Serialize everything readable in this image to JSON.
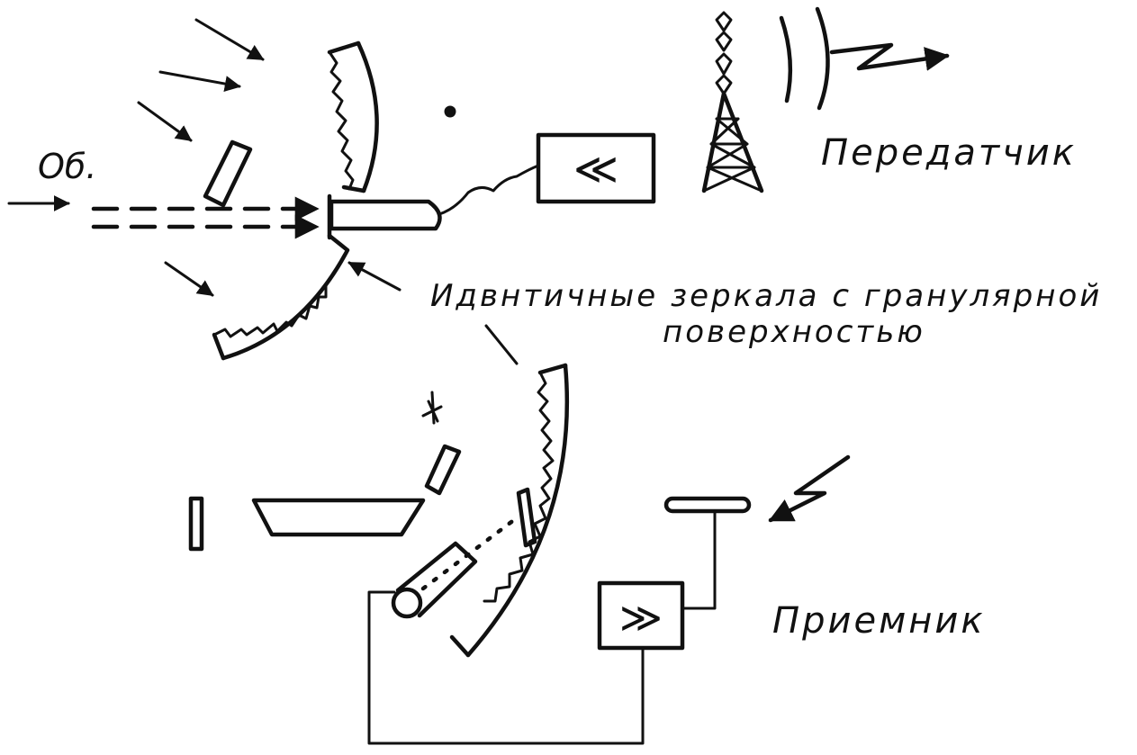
{
  "labels": {
    "objective": "Об.",
    "transmitter": "Передатчик",
    "mirrors_line1": "Идвнтичные зеркала с гранулярной",
    "mirrors_line2": "поверхностью",
    "receiver": "Приемник"
  },
  "glyphs": {
    "transmitter_box": "≪",
    "receiver_box": "≫"
  },
  "colors": {
    "ink": "#111111",
    "paper": "#ffffff"
  }
}
